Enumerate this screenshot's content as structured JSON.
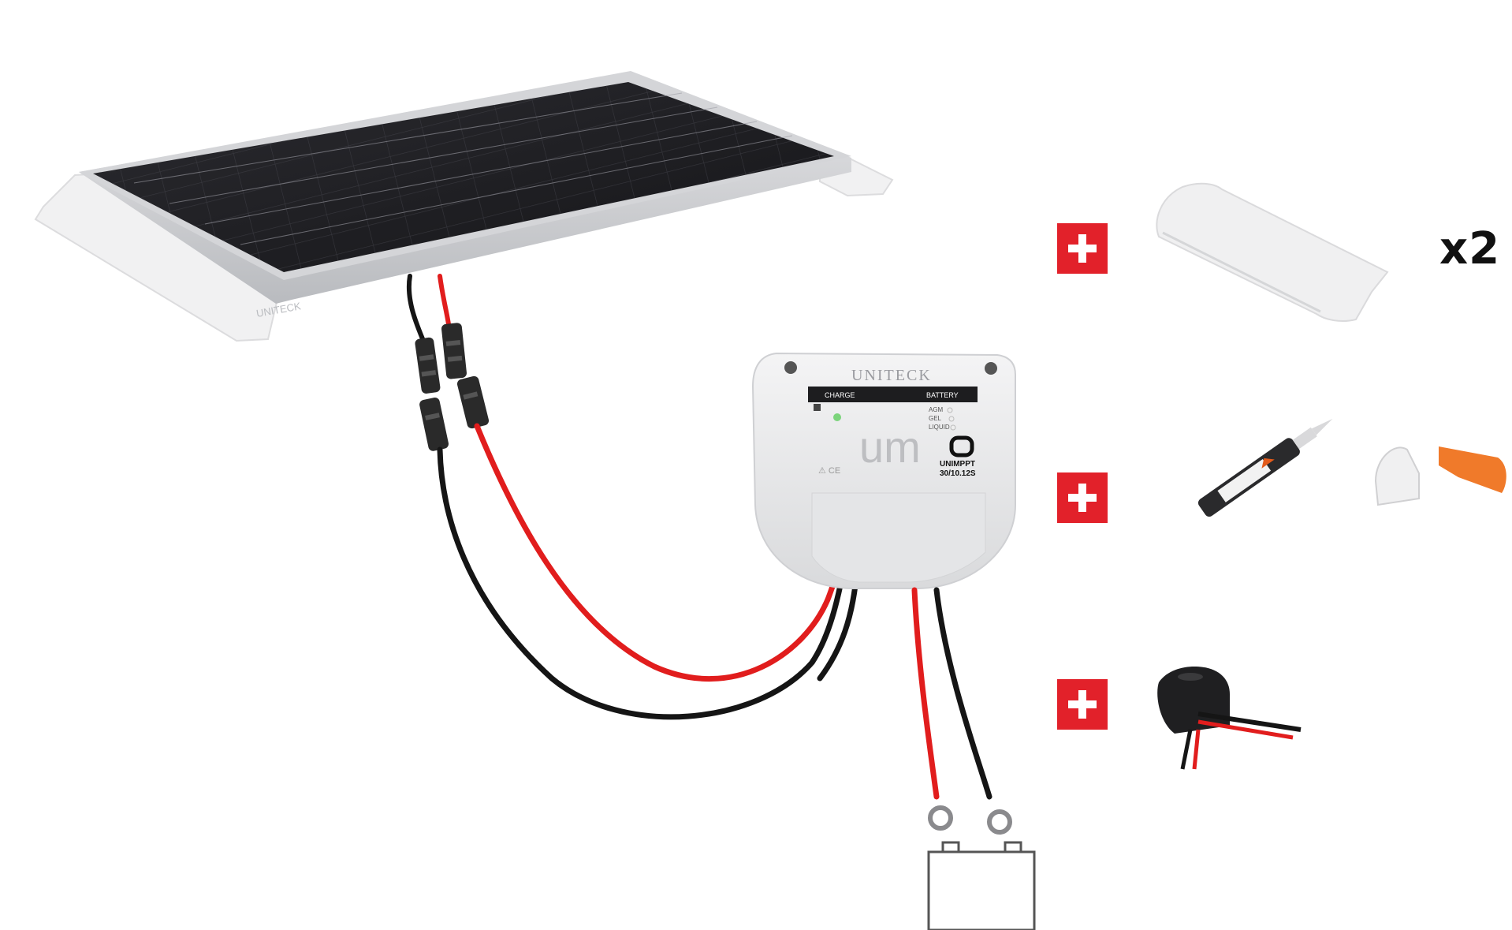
{
  "product": {
    "brand_logo": "UNITECK",
    "controller": {
      "header_left": "CHARGE",
      "header_right": "BATTERY",
      "battery_types": [
        "AGM",
        "GEL",
        "LIQUID"
      ],
      "logo_mark": "um",
      "model": "UNIMPPT",
      "rating": "30/10.12S"
    }
  },
  "addons": [
    {
      "name": "spoiler-bracket",
      "quantity_label": "x2"
    },
    {
      "name": "sealant-and-cable-entry"
    },
    {
      "name": "roof-cable-gland"
    }
  ],
  "colors": {
    "plus_red": "#e2212a",
    "cable_red": "#e11d1d",
    "cable_black": "#151515",
    "panel_cell": "#1f1f22",
    "orange_clip": "#f07a2a"
  }
}
